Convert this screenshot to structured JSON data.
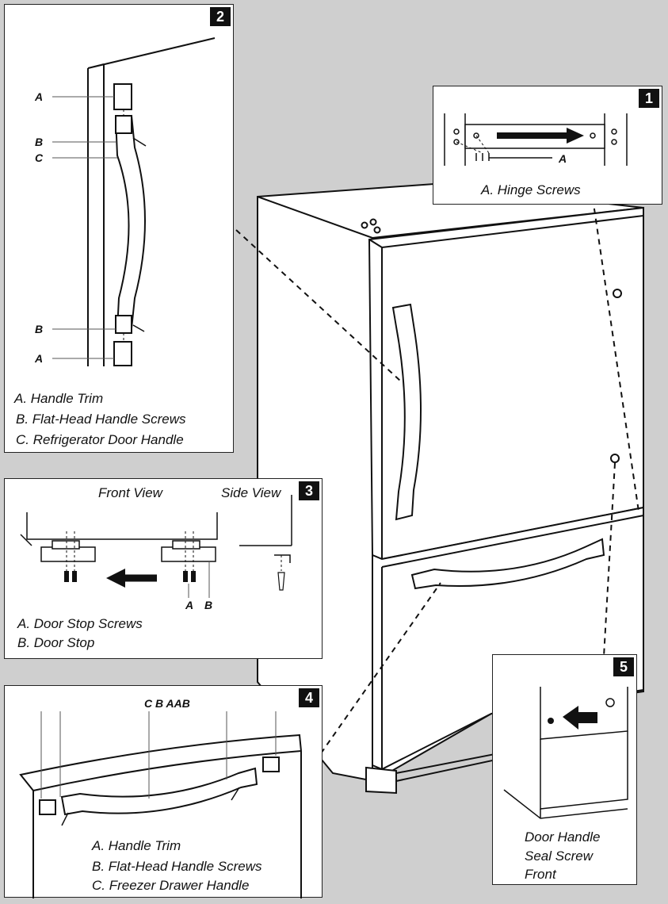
{
  "panel1": {
    "number": "1",
    "callout_a": "A",
    "legend": [
      "A. Hinge Screws"
    ]
  },
  "panel2": {
    "number": "2",
    "callouts": [
      "A",
      "B",
      "C",
      "B",
      "A"
    ],
    "legend": [
      "A. Handle Trim",
      "B. Flat-Head Handle Screws",
      "C. Refrigerator Door Handle"
    ]
  },
  "panel3": {
    "number": "3",
    "front_view": "Front View",
    "side_view": "Side View",
    "callout_a": "A",
    "callout_b": "B",
    "legend": [
      "A. Door Stop Screws",
      "B. Door Stop"
    ]
  },
  "panel4": {
    "number": "4",
    "callouts": "C B AAB",
    "legend": [
      "A. Handle Trim",
      "B. Flat-Head Handle Screws",
      "C. Freezer Drawer Handle"
    ]
  },
  "panel5": {
    "number": "5",
    "caption": [
      "Door Handle",
      "Seal Screw",
      "Front"
    ]
  }
}
